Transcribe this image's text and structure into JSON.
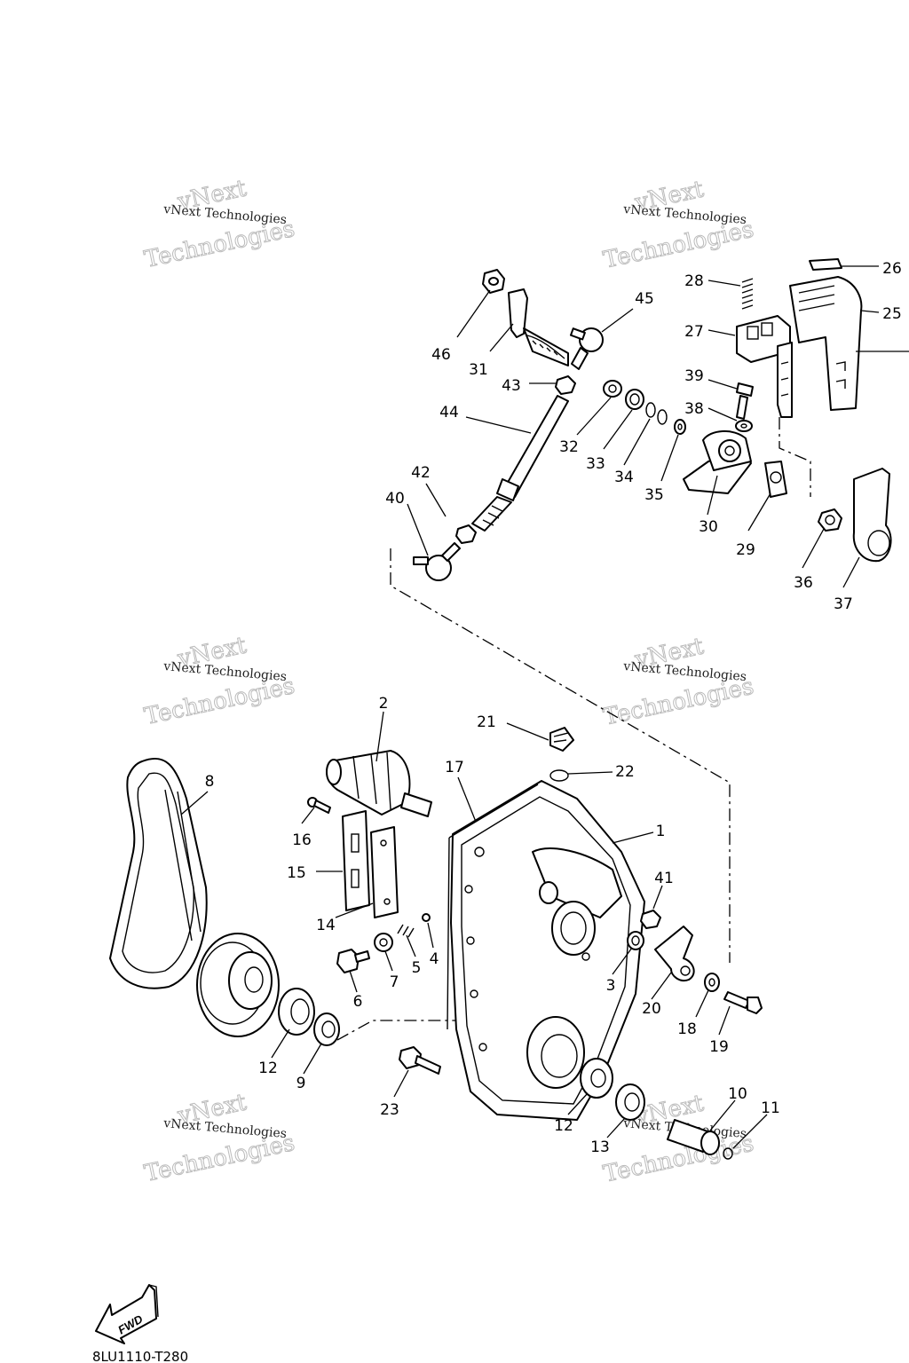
{
  "diagram": {
    "fwd_label": "FWD",
    "drawing_code": "8LU1110-T280",
    "watermark": {
      "line1": "vNext",
      "line2": "Technologies",
      "small": "vNext Technologies"
    },
    "parts": [
      {
        "id": "p1",
        "label": "1"
      },
      {
        "id": "p2",
        "label": "2"
      },
      {
        "id": "p3",
        "label": "3"
      },
      {
        "id": "p4",
        "label": "4"
      },
      {
        "id": "p5",
        "label": "5"
      },
      {
        "id": "p6",
        "label": "6"
      },
      {
        "id": "p7",
        "label": "7"
      },
      {
        "id": "p8",
        "label": "8"
      },
      {
        "id": "p9",
        "label": "9"
      },
      {
        "id": "p10",
        "label": "10"
      },
      {
        "id": "p11",
        "label": "11"
      },
      {
        "id": "p12a",
        "label": "12"
      },
      {
        "id": "p12b",
        "label": "12"
      },
      {
        "id": "p13",
        "label": "13"
      },
      {
        "id": "p14",
        "label": "14"
      },
      {
        "id": "p15",
        "label": "15"
      },
      {
        "id": "p16",
        "label": "16"
      },
      {
        "id": "p17",
        "label": "17"
      },
      {
        "id": "p18",
        "label": "18"
      },
      {
        "id": "p19",
        "label": "19"
      },
      {
        "id": "p20",
        "label": "20"
      },
      {
        "id": "p21",
        "label": "21"
      },
      {
        "id": "p22",
        "label": "22"
      },
      {
        "id": "p23",
        "label": "23"
      },
      {
        "id": "p25",
        "label": "25"
      },
      {
        "id": "p26",
        "label": "26"
      },
      {
        "id": "p27",
        "label": "27"
      },
      {
        "id": "p28",
        "label": "28"
      },
      {
        "id": "p29",
        "label": "29"
      },
      {
        "id": "p30",
        "label": "30"
      },
      {
        "id": "p31",
        "label": "31"
      },
      {
        "id": "p32",
        "label": "32"
      },
      {
        "id": "p33",
        "label": "33"
      },
      {
        "id": "p34",
        "label": "34"
      },
      {
        "id": "p35",
        "label": "35"
      },
      {
        "id": "p36",
        "label": "36"
      },
      {
        "id": "p37",
        "label": "37"
      },
      {
        "id": "p38",
        "label": "38"
      },
      {
        "id": "p39",
        "label": "39"
      },
      {
        "id": "p40",
        "label": "40"
      },
      {
        "id": "p41",
        "label": "41"
      },
      {
        "id": "p42",
        "label": "42"
      },
      {
        "id": "p43",
        "label": "43"
      },
      {
        "id": "p44",
        "label": "44"
      },
      {
        "id": "p45",
        "label": "45"
      },
      {
        "id": "p46",
        "label": "46"
      }
    ]
  }
}
